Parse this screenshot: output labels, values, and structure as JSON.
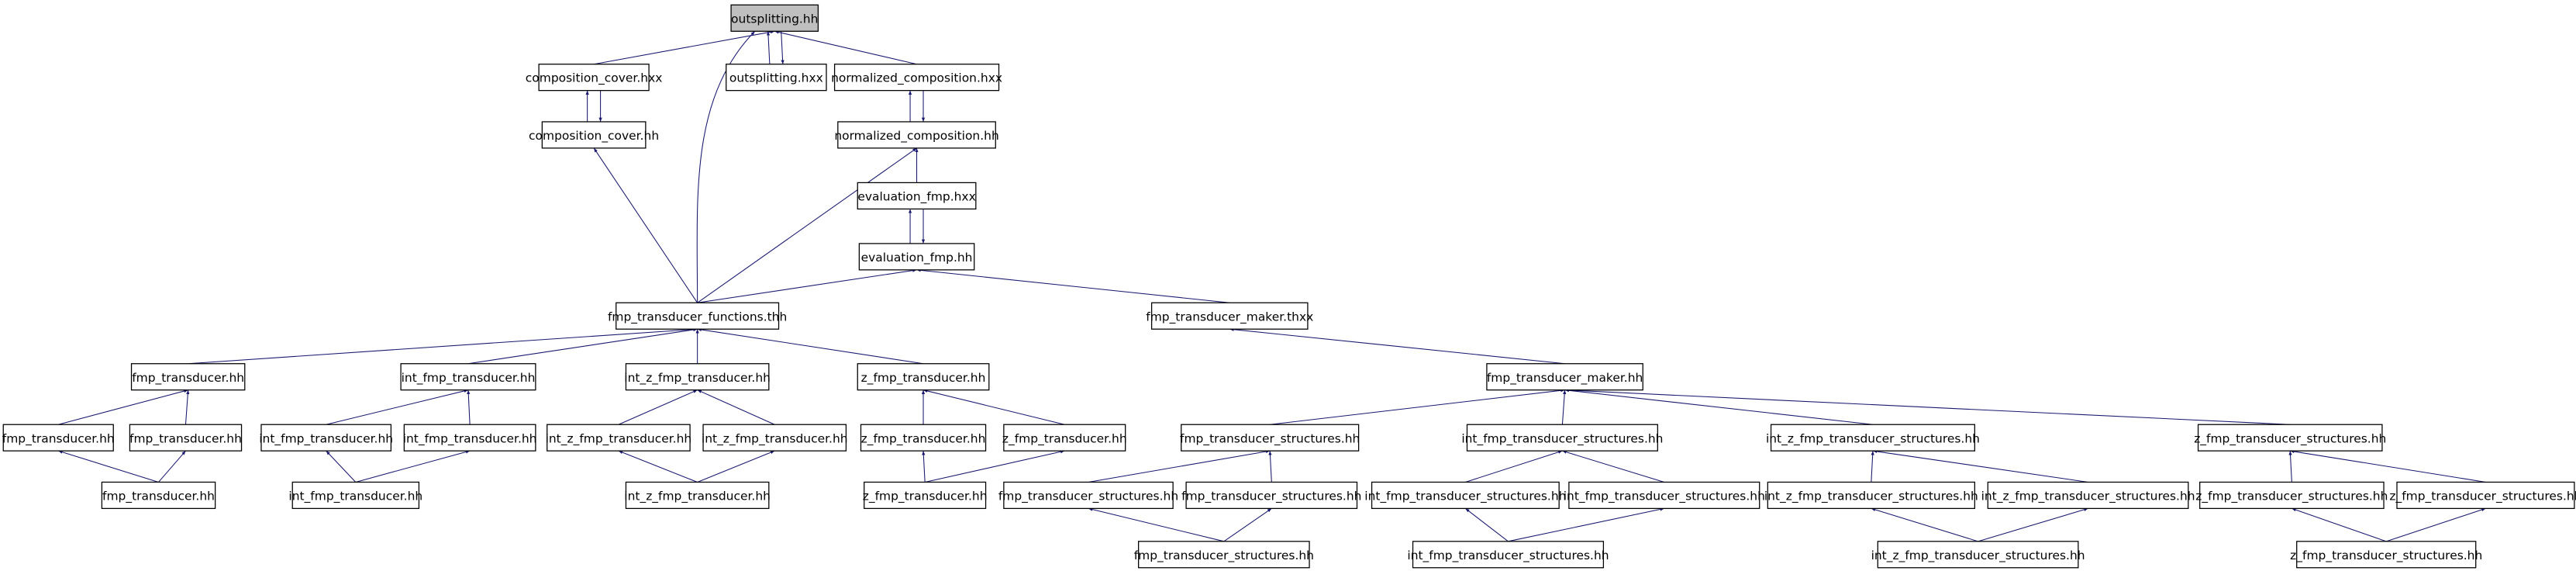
{
  "title": "outsplitting.hh",
  "colors": {
    "edge": "#191970",
    "root_fill": "#bfbfbf",
    "node_fill": "#ffffff"
  },
  "nodes": [
    {
      "id": "n0",
      "label": "outsplitting.hh"
    },
    {
      "id": "n1",
      "label": "composition_cover.hxx"
    },
    {
      "id": "n2",
      "label": "outsplitting.hxx"
    },
    {
      "id": "n3",
      "label": "normalized_composition.hxx"
    },
    {
      "id": "n4",
      "label": "composition_cover.hh"
    },
    {
      "id": "n5",
      "label": "normalized_composition.hh"
    },
    {
      "id": "n6",
      "label": "evaluation_fmp.hxx"
    },
    {
      "id": "n7",
      "label": "evaluation_fmp.hh"
    },
    {
      "id": "n8",
      "label": "fmp_transducer_functions.thh"
    },
    {
      "id": "n9",
      "label": "fmp_transducer_maker.thxx"
    },
    {
      "id": "n10",
      "label": "fmp_transducer.hh"
    },
    {
      "id": "n11",
      "label": "int_fmp_transducer.hh"
    },
    {
      "id": "n12",
      "label": "int_z_fmp_transducer.hh"
    },
    {
      "id": "n13",
      "label": "z_fmp_transducer.hh"
    },
    {
      "id": "n14",
      "label": "fmp_transducer_maker.hh"
    },
    {
      "id": "n15",
      "label": "fmp_transducer.hh"
    },
    {
      "id": "n16",
      "label": "fmp_transducer.hh"
    },
    {
      "id": "n17",
      "label": "int_fmp_transducer.hh"
    },
    {
      "id": "n18",
      "label": "int_fmp_transducer.hh"
    },
    {
      "id": "n19",
      "label": "int_z_fmp_transducer.hh"
    },
    {
      "id": "n20",
      "label": "int_z_fmp_transducer.hh"
    },
    {
      "id": "n21",
      "label": "z_fmp_transducer.hh"
    },
    {
      "id": "n22",
      "label": "z_fmp_transducer.hh"
    },
    {
      "id": "n23",
      "label": "fmp_transducer_structures.hh"
    },
    {
      "id": "n24",
      "label": "int_fmp_transducer_structures.hh"
    },
    {
      "id": "n25",
      "label": "int_z_fmp_transducer_structures.hh"
    },
    {
      "id": "n26",
      "label": "z_fmp_transducer_structures.hh"
    },
    {
      "id": "n27",
      "label": "fmp_transducer.hh"
    },
    {
      "id": "n28",
      "label": "int_fmp_transducer.hh"
    },
    {
      "id": "n29",
      "label": "int_z_fmp_transducer.hh"
    },
    {
      "id": "n30",
      "label": "z_fmp_transducer.hh"
    },
    {
      "id": "n31",
      "label": "fmp_transducer_structures.hh"
    },
    {
      "id": "n32",
      "label": "fmp_transducer_structures.hh"
    },
    {
      "id": "n33",
      "label": "int_fmp_transducer_structures.hh"
    },
    {
      "id": "n34",
      "label": "int_fmp_transducer_structures.hh"
    },
    {
      "id": "n35",
      "label": "int_z_fmp_transducer_structures.hh"
    },
    {
      "id": "n36",
      "label": "int_z_fmp_transducer_structures.hh"
    },
    {
      "id": "n37",
      "label": "z_fmp_transducer_structures.hh"
    },
    {
      "id": "n38",
      "label": "z_fmp_transducer_structures.hh"
    },
    {
      "id": "n39",
      "label": "fmp_transducer_structures.hh"
    },
    {
      "id": "n40",
      "label": "int_fmp_transducer_structures.hh"
    },
    {
      "id": "n41",
      "label": "int_z_fmp_transducer_structures.hh"
    },
    {
      "id": "n42",
      "label": "z_fmp_transducer_structures.hh"
    }
  ],
  "edges": [
    [
      "n1",
      "n0"
    ],
    [
      "n2",
      "n0"
    ],
    [
      "n0",
      "n2"
    ],
    [
      "n3",
      "n0"
    ],
    [
      "n8",
      "n0"
    ],
    [
      "n4",
      "n1"
    ],
    [
      "n1",
      "n4"
    ],
    [
      "n5",
      "n3"
    ],
    [
      "n3",
      "n5"
    ],
    [
      "n8",
      "n4"
    ],
    [
      "n8",
      "n5"
    ],
    [
      "n6",
      "n5"
    ],
    [
      "n7",
      "n6"
    ],
    [
      "n6",
      "n7"
    ],
    [
      "n8",
      "n7"
    ],
    [
      "n9",
      "n7"
    ],
    [
      "n10",
      "n8"
    ],
    [
      "n11",
      "n8"
    ],
    [
      "n12",
      "n8"
    ],
    [
      "n13",
      "n8"
    ],
    [
      "n14",
      "n9"
    ],
    [
      "n15",
      "n10"
    ],
    [
      "n16",
      "n10"
    ],
    [
      "n27",
      "n15"
    ],
    [
      "n27",
      "n16"
    ],
    [
      "n17",
      "n11"
    ],
    [
      "n18",
      "n11"
    ],
    [
      "n28",
      "n17"
    ],
    [
      "n28",
      "n18"
    ],
    [
      "n19",
      "n12"
    ],
    [
      "n20",
      "n12"
    ],
    [
      "n29",
      "n19"
    ],
    [
      "n29",
      "n20"
    ],
    [
      "n21",
      "n13"
    ],
    [
      "n22",
      "n13"
    ],
    [
      "n30",
      "n21"
    ],
    [
      "n30",
      "n22"
    ],
    [
      "n23",
      "n14"
    ],
    [
      "n24",
      "n14"
    ],
    [
      "n25",
      "n14"
    ],
    [
      "n26",
      "n14"
    ],
    [
      "n31",
      "n23"
    ],
    [
      "n32",
      "n23"
    ],
    [
      "n39",
      "n31"
    ],
    [
      "n39",
      "n32"
    ],
    [
      "n33",
      "n24"
    ],
    [
      "n34",
      "n24"
    ],
    [
      "n40",
      "n33"
    ],
    [
      "n40",
      "n34"
    ],
    [
      "n35",
      "n25"
    ],
    [
      "n36",
      "n25"
    ],
    [
      "n41",
      "n35"
    ],
    [
      "n41",
      "n36"
    ],
    [
      "n37",
      "n26"
    ],
    [
      "n38",
      "n26"
    ],
    [
      "n42",
      "n37"
    ],
    [
      "n42",
      "n38"
    ]
  ]
}
